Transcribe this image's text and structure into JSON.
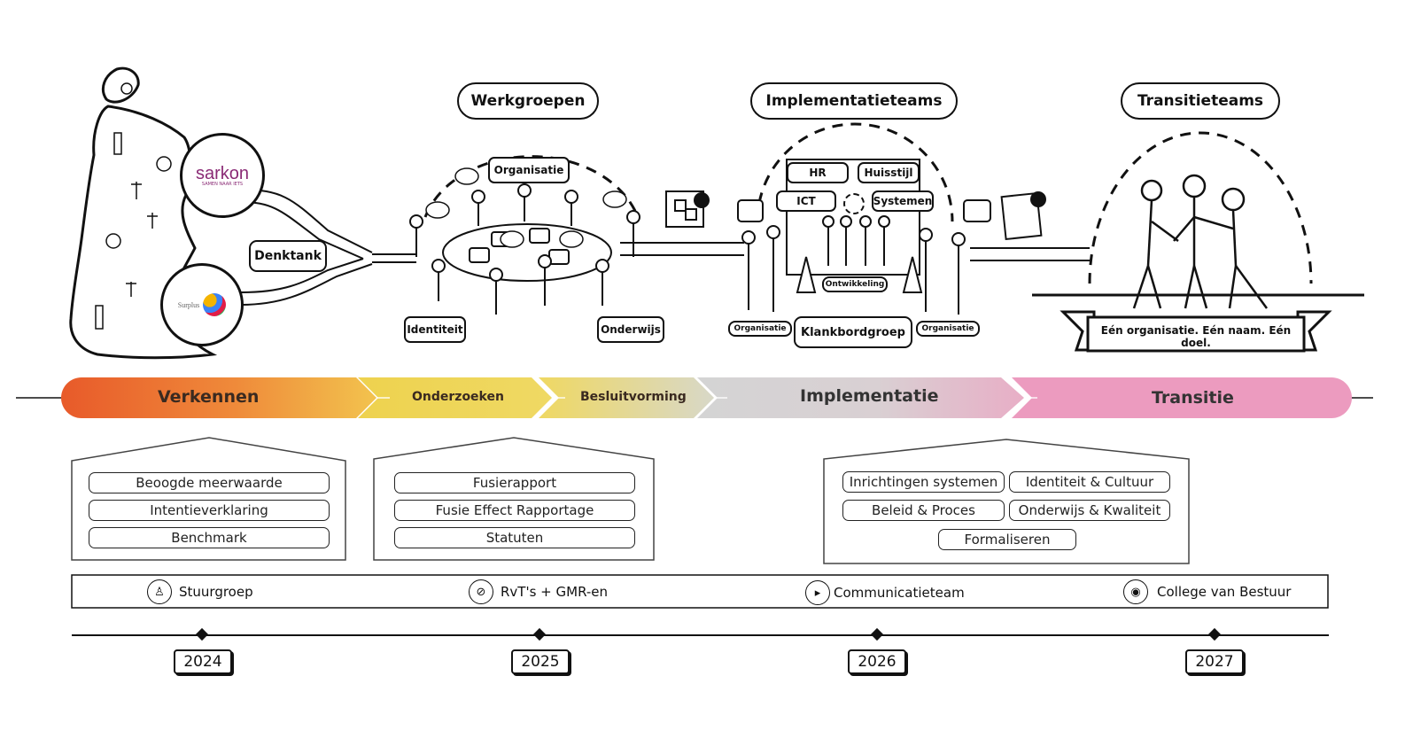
{
  "stage_groups": {
    "werkgroepen": "Werkgroepen",
    "implementatieteams": "Implementatieteams",
    "transitieteams": "Transitieteams"
  },
  "denktank": "Denktank",
  "logos": {
    "sarkon": "sarkon",
    "sarkon_tagline": "SAMEN NAAR IETS",
    "surplus": "Surplus"
  },
  "werkgroepen_topics": {
    "organisatie": "Organisatie",
    "identiteit": "Identiteit",
    "onderwijs": "Onderwijs"
  },
  "implementatie_topics": {
    "hr": "HR",
    "huisstijl": "Huisstijl",
    "ict": "ICT",
    "systemen": "Systemen",
    "ontwikkeling": "Ontwikkeling",
    "klankbordgroep": "Klankbordgroep",
    "organisatie_left": "Organisatie",
    "organisatie_right": "Organisatie"
  },
  "transitie_banner": "Eén organisatie. Eén naam. Eén doel.",
  "phases": [
    {
      "label": "Verkennen",
      "color": "#e8572c"
    },
    {
      "label": "Onderzoeken",
      "color": "#eed35a"
    },
    {
      "label": "Besluitvorming",
      "color": "#eedb6e"
    },
    {
      "label": "Implementatie",
      "color": "#d6d6d6"
    },
    {
      "label": "Transitie",
      "color": "#ec9bbe"
    }
  ],
  "deliverables": {
    "verkennen": [
      "Beoogde meerwaarde",
      "Intentieverklaring",
      "Benchmark"
    ],
    "onderzoeken": [
      "Fusierapport",
      "Fusie Effect Rapportage",
      "Statuten"
    ],
    "implementatie": [
      "Inrichtingen systemen",
      "Identiteit & Cultuur",
      "Beleid & Proces",
      "Onderwijs & Kwaliteit",
      "Formaliseren"
    ]
  },
  "governance": [
    {
      "label": "Stuurgroep",
      "icon": "group-icon"
    },
    {
      "label": "RvT's + GMR-en",
      "icon": "compass-icon"
    },
    {
      "label": "Communicatieteam",
      "icon": "megaphone-icon"
    },
    {
      "label": "College van Bestuur",
      "icon": "eye-icon"
    }
  ],
  "years": [
    "2024",
    "2025",
    "2026",
    "2027"
  ]
}
